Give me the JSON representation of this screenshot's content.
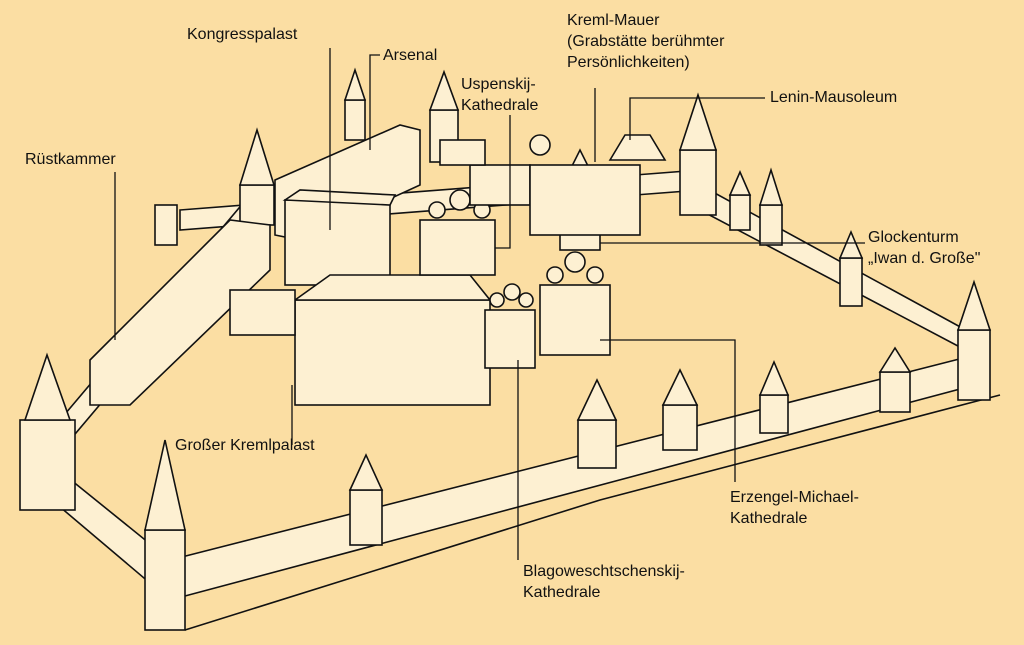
{
  "colors": {
    "background": "#fbdea3",
    "ink": "#111111",
    "paper": "#fdf0d2"
  },
  "labels": {
    "kongresspalast": "Kongresspalast",
    "arsenal": "Arsenal",
    "uspenskij": [
      "Uspenskij-",
      "Kathedrale"
    ],
    "kreml_mauer": [
      "Kreml-Mauer",
      "(Grabstätte berühmter",
      "Persönlichkeiten)"
    ],
    "lenin": "Lenin-Mausoleum",
    "ruestkammer": "Rüstkammer",
    "glockenturm": [
      "Glockenturm",
      "„Iwan d. Große\""
    ],
    "kremlpalast": "Großer Kremlpalast",
    "erzengel": [
      "Erzengel-Michael-",
      "Kathedrale"
    ],
    "blagoweschtschenskij": [
      "Blagoweschtschenskij-",
      "Kathedrale"
    ]
  }
}
